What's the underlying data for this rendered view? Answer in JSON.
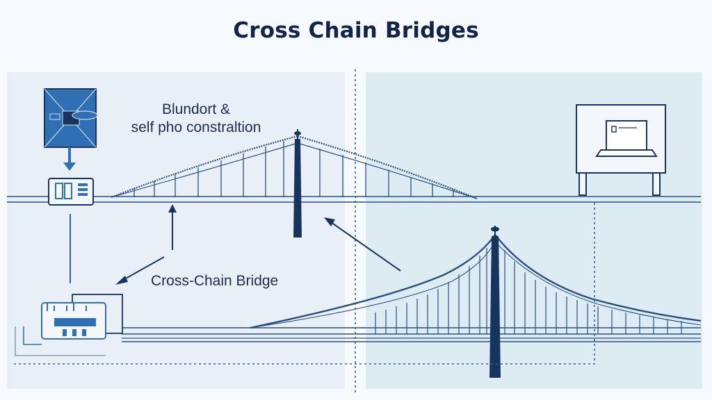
{
  "title": "Cross Chain Bridges",
  "labels": {
    "top_line1": "Blundort &",
    "top_line2": "self pho constraltion",
    "middle": "Cross-Chain Bridge"
  },
  "colors": {
    "navy": "#17345f",
    "line": "#2b4e7e",
    "left_panel": "#e9eff7",
    "right_panel": "#dcecf2",
    "accent_blue": "#2f6fb4",
    "background": "#f7fafc"
  },
  "icons": [
    "network-node-icon",
    "arrow-down-icon",
    "device-icon",
    "laptop-billboard-icon",
    "server-icon"
  ]
}
